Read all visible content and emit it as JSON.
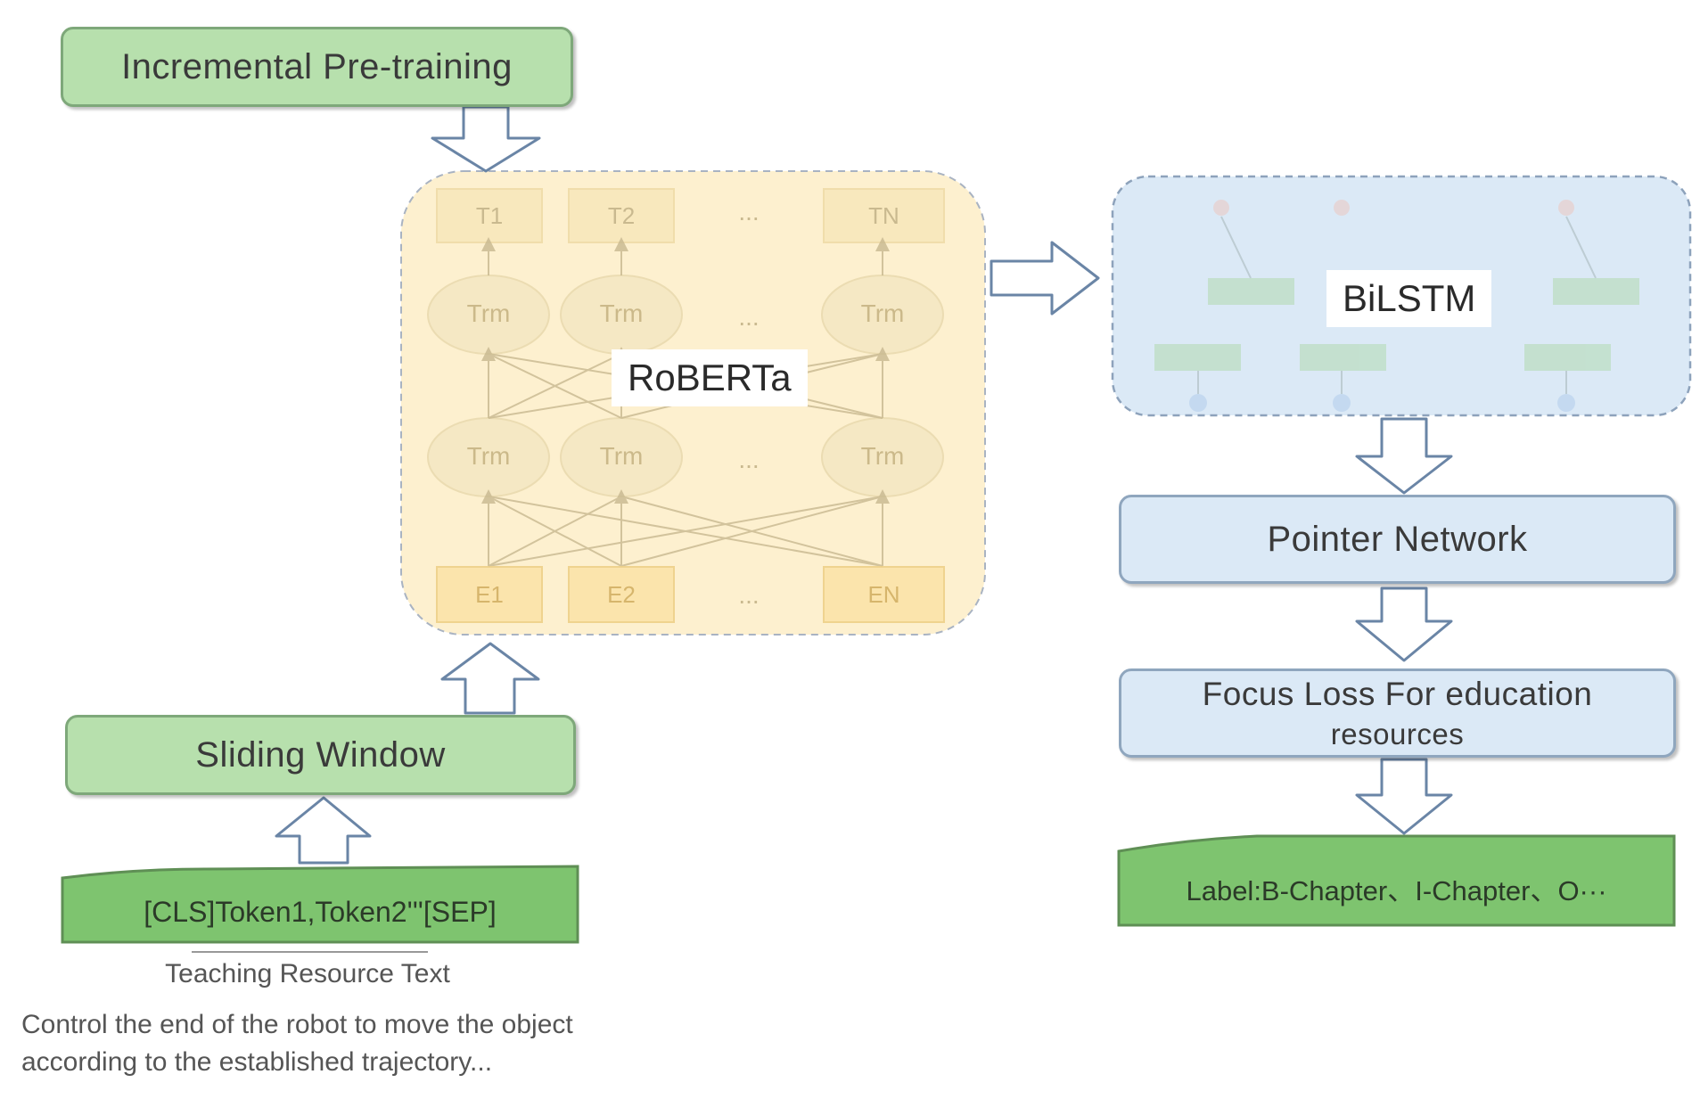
{
  "left_column": {
    "pretraining": "Incremental Pre-training",
    "sliding_window": "Sliding Window",
    "input_tokens": "[CLS]Token1,Token2'''[SEP]",
    "caption": "Teaching Resource Text",
    "example_line1": "Control the end of the robot to move the object",
    "example_line2": "according to the established trajectory..."
  },
  "roberta": {
    "title": "RoBERTa",
    "outputs": [
      "T1",
      "T2",
      "TN"
    ],
    "trm_label": "Trm",
    "embeddings": [
      "E1",
      "E2",
      "EN"
    ],
    "ellipsis": "..."
  },
  "right_column": {
    "bilstm": "BiLSTM",
    "pointer_network": "Pointer Network",
    "focus_loss_line1": "Focus Loss For education",
    "focus_loss_line2": "resources",
    "label_output": "Label:B-Chapter、I-Chapter、O···"
  },
  "colors": {
    "green_fill": "#b7e0ad",
    "green_dark": "#7ec46f",
    "blue_fill": "#dbe9f6",
    "roberta_fill": "#fdf0cf"
  }
}
